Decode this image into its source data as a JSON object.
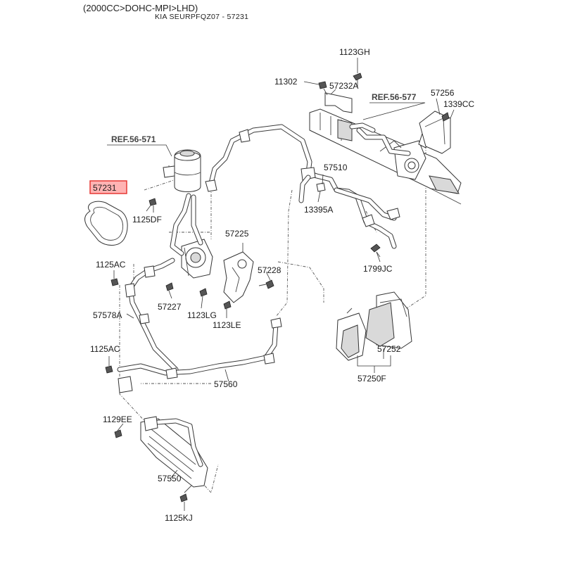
{
  "header": {
    "scope": "(2000CC>DOHC-MPI>LHD)",
    "code": "KIA SEURPFQZ07 - 57231"
  },
  "highlight_color": "#e53935",
  "references": {
    "ref_571": "REF.56-571",
    "ref_577": "REF.56-577"
  },
  "labels": {
    "p57231": "57231",
    "p1125DF": "1125DF",
    "p1125AC_top": "1125AC",
    "p57578A": "57578A",
    "p1125AC_bot": "1125AC",
    "p1129EE": "1129EE",
    "p57550": "57550",
    "p1125KJ": "1125KJ",
    "p57227": "57227",
    "p1123LG": "1123LG",
    "p1123LE": "1123LE",
    "p57225": "57225",
    "p57228": "57228",
    "p57560": "57560",
    "p1123GH": "1123GH",
    "p11302": "11302",
    "p57232A": "57232A",
    "p57256": "57256",
    "p1339CC": "1339CC",
    "p57510": "57510",
    "p13395A": "13395A",
    "p1799JC": "1799JC",
    "p57252": "57252",
    "p57250F": "57250F"
  }
}
